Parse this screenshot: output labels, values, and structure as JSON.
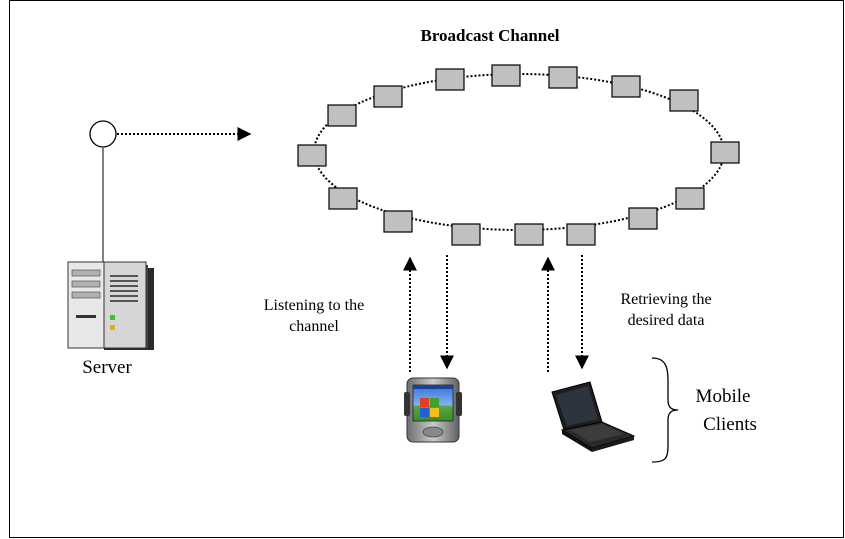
{
  "diagram": {
    "title": "Broadcast Channel",
    "server_label": "Server",
    "listening_label": [
      "Listening to the",
      "channel"
    ],
    "retrieving_label": [
      "Retrieving the",
      "desired data"
    ],
    "clients_label": [
      "Mobile",
      "Clients"
    ],
    "icons": {
      "server": "server-tower-icon",
      "pda": "pocket-pc-icon",
      "laptop": "laptop-icon"
    },
    "colors": {
      "packet_fill": "#c0c0c0",
      "line": "#000000"
    }
  }
}
